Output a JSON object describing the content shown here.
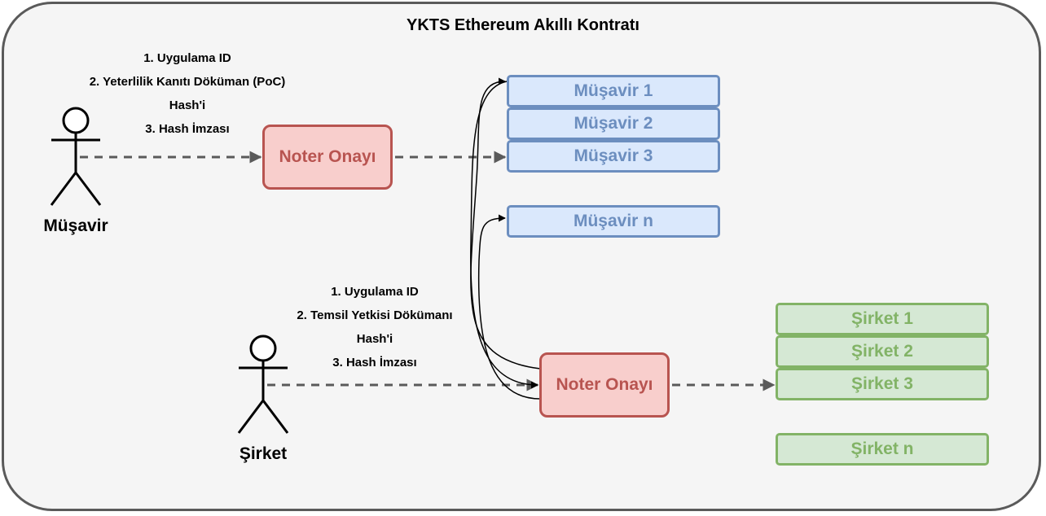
{
  "diagram": {
    "title": "YKTS Ethereum Akıllı Kontratı",
    "musavir_actor": {
      "label": "Müşavir",
      "notes": [
        "1. Uygulama ID",
        "2. Yeterlilik Kanıtı Döküman (PoC)",
        "Hash'i",
        "3. Hash İmzası"
      ]
    },
    "sirket_actor": {
      "label": "Şirket",
      "notes": [
        "1. Uygulama ID",
        "2. Temsil Yetkisi Dökümanı",
        "Hash'i",
        "3. Hash İmzası"
      ]
    },
    "noter_top": "Noter Onayı",
    "noter_bottom": "Noter Onayı",
    "musavir_list": [
      "Müşavir 1",
      "Müşavir 2",
      "Müşavir 3",
      "Müşavir n"
    ],
    "sirket_list": [
      "Şirket 1",
      "Şirket 2",
      "Şirket 3",
      "Şirket n"
    ]
  },
  "colors": {
    "container_fill": "#f5f5f5",
    "container_stroke": "#5a5a5a",
    "noter_fill": "#f8cecc",
    "noter_stroke": "#b85450",
    "musavir_fill": "#dae8fc",
    "musavir_stroke": "#6c8ebf",
    "sirket_fill": "#d5e8d4",
    "sirket_stroke": "#82b366",
    "dashed_arrow": "#5a5a5a"
  }
}
